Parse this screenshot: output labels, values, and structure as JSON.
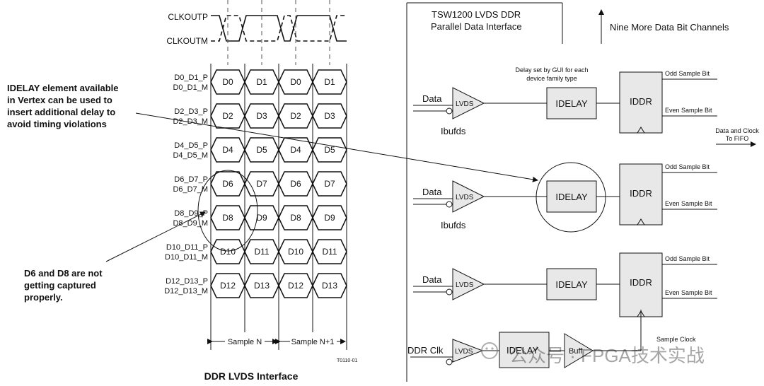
{
  "left": {
    "clk_p": "CLKOUTP",
    "clk_m": "CLKOUTM",
    "pairs": [
      {
        "p": "D0_D1_P",
        "m": "D0_D1_M",
        "a": "D0",
        "b": "D1"
      },
      {
        "p": "D2_D3_P",
        "m": "D2_D3_M",
        "a": "D2",
        "b": "D3"
      },
      {
        "p": "D4_D5_P",
        "m": "D4_D5_M",
        "a": "D4",
        "b": "D5"
      },
      {
        "p": "D6_D7_P",
        "m": "D6_D7_M",
        "a": "D6",
        "b": "D7"
      },
      {
        "p": "D8_D9_P",
        "m": "D8_D9_M",
        "a": "D8",
        "b": "D9"
      },
      {
        "p": "D10_D11_P",
        "m": "D10_D11_M",
        "a": "D10",
        "b": "D11"
      },
      {
        "p": "D12_D13_P",
        "m": "D12_D13_M",
        "a": "D12",
        "b": "D13"
      }
    ],
    "sample_n": "Sample N",
    "sample_n1": "Sample N+1",
    "fig_id": "T0110-01",
    "caption": "DDR LVDS Interface"
  },
  "annotations": {
    "idelay_note": [
      "IDELAY element available",
      "in Vertex can be used to",
      "insert additional delay to",
      "avoid timing violations"
    ],
    "capture_note": [
      "D6 and D8 are not",
      "getting captured",
      "properly."
    ]
  },
  "right": {
    "title_line1": "TSW1200 LVDS DDR",
    "title_line2": "Parallel Data Interface",
    "nine_more": "Nine More Data Bit Channels",
    "delay_note_line1": "Delay set by GUI for each",
    "delay_note_line2": "device family type",
    "data_label": "Data",
    "lvds_label": "LVDS",
    "ibufds_label": "Ibufds",
    "idelay_label": "IDELAY",
    "iddr_label": "IDDR",
    "odd_bit": "Odd Sample Bit",
    "even_bit": "Even Sample Bit",
    "to_fifo_line1": "Data and Clock",
    "to_fifo_line2": "To FIFO",
    "ddr_clk": "DDR Clk",
    "idelay_partial": "IDELAY",
    "buff_partial": "Buff",
    "sample_clock": "Sample Clock"
  },
  "watermark": "公众号 · FPGA技术实战"
}
